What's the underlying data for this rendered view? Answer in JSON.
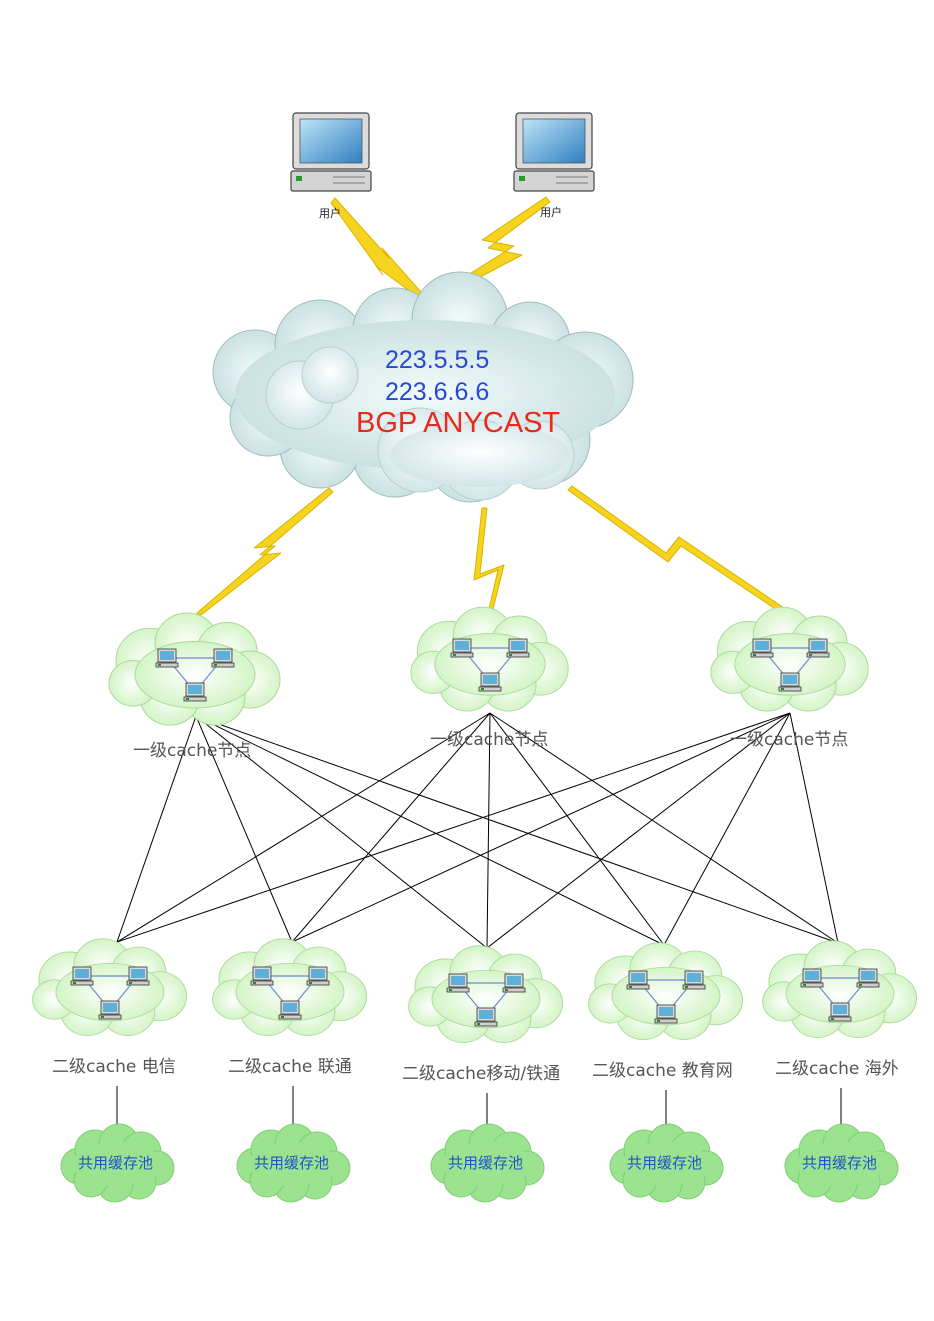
{
  "users": [
    {
      "label": "用户"
    },
    {
      "label": "用户"
    }
  ],
  "anycast": {
    "ip1": "223.5.5.5",
    "ip2": "223.6.6.6",
    "protocol": "BGP  ANYCAST"
  },
  "level1": [
    {
      "label": "一级cache节点"
    },
    {
      "label": "一级cache节点"
    },
    {
      "label": "一级cache节点"
    }
  ],
  "level2": [
    {
      "label": "二级cache 电信"
    },
    {
      "label": "二级cache 联通"
    },
    {
      "label": "二级cache移动/铁通"
    },
    {
      "label": "二级cache 教育网"
    },
    {
      "label": "二级cache 海外"
    }
  ],
  "pools": [
    {
      "label": "共用缓存池"
    },
    {
      "label": "共用缓存池"
    },
    {
      "label": "共用缓存池"
    },
    {
      "label": "共用缓存池"
    },
    {
      "label": "共用缓存池"
    }
  ],
  "connections": "every 一级cache节点 links to every 二级cache node",
  "colors": {
    "ip_text": "#2747d6",
    "bgp_text": "#e8291c",
    "pool_text": "#1d55c9",
    "bolt": "#f5d31f",
    "big_cloud": "#c6dfe0",
    "node_cloud": "#d8f5c9",
    "pool_cloud": "#9be38f"
  }
}
